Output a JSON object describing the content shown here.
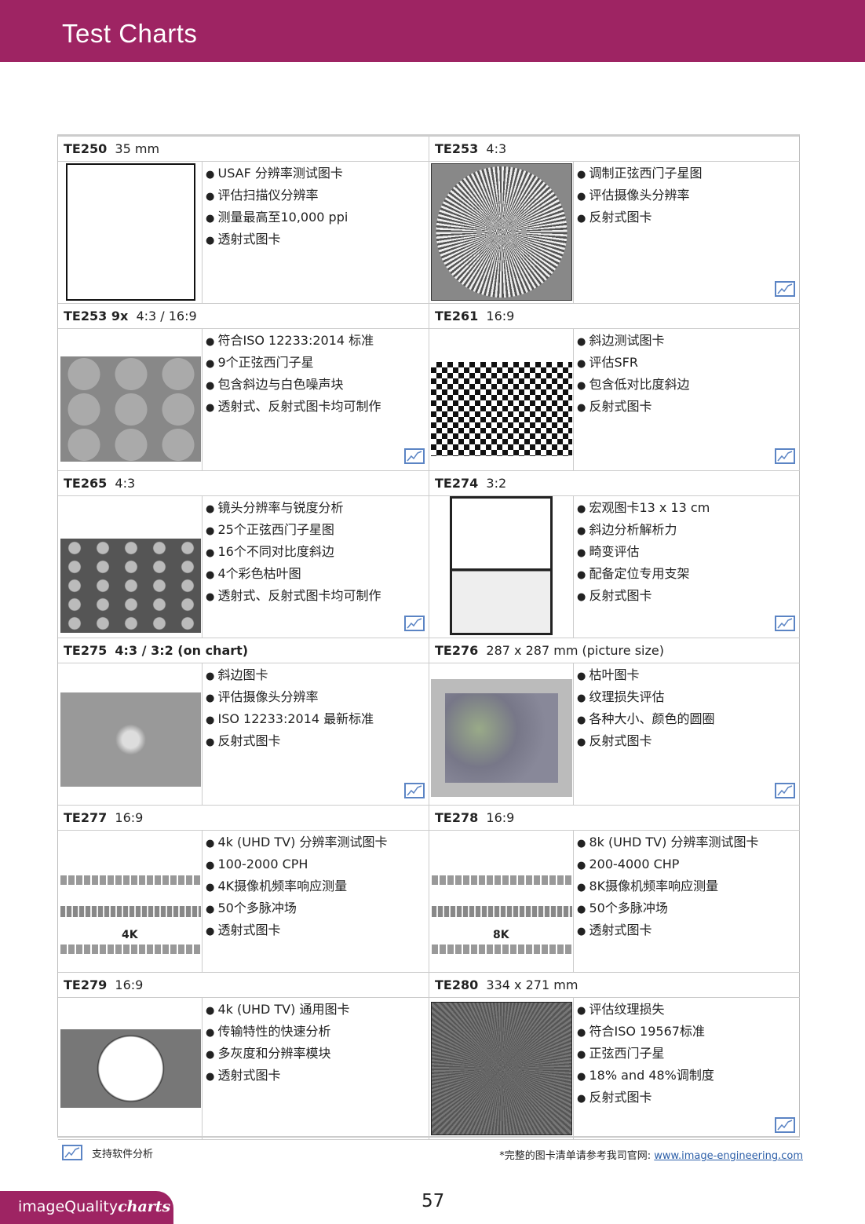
{
  "header": {
    "title": "Test Charts"
  },
  "cells": [
    {
      "code": "TE250",
      "spec": "35 mm",
      "spec_bold": false,
      "pic": "usaf",
      "analysis": false,
      "bullets": [
        "USAF 分辨率测试图卡",
        "评估扫描仪分辨率",
        "测量最高至10,000 ppi",
        "透射式图卡"
      ]
    },
    {
      "code": "TE253",
      "spec": "4:3",
      "spec_bold": false,
      "pic": "star",
      "analysis": true,
      "bullets": [
        "调制正弦西门子星图",
        "评估摄像头分辨率",
        "反射式图卡"
      ]
    },
    {
      "code": "TE253 9x",
      "spec": "4:3 / 16:9",
      "spec_bold": false,
      "pic": "star9",
      "analysis": true,
      "bullets": [
        "符合ISO 12233:2014 标准",
        "9个正弦西门子星",
        "包含斜边与白色噪声块",
        "透射式、反射式图卡均可制作"
      ]
    },
    {
      "code": "TE261",
      "spec": "16:9",
      "spec_bold": false,
      "pic": "checker",
      "analysis": true,
      "bullets": [
        "斜边测试图卡",
        "评估SFR",
        "包含低对比度斜边",
        "反射式图卡"
      ]
    },
    {
      "code": "TE265",
      "spec": "4:3",
      "spec_bold": false,
      "pic": "grid25",
      "analysis": true,
      "bullets": [
        "镜头分辨率与锐度分析",
        "25个正弦西门子星图",
        "16个不同对比度斜边",
        "4个彩色枯叶图",
        "透射式、反射式图卡均可制作"
      ]
    },
    {
      "code": "TE274",
      "spec": "3:2",
      "spec_bold": false,
      "pic": "macro",
      "analysis": true,
      "bullets": [
        "宏观图卡13 x 13 cm",
        "斜边分析解析力",
        "畸变评估",
        "配备定位专用支架",
        "反射式图卡"
      ]
    },
    {
      "code": "TE275",
      "spec": "4:3 / 3:2 (on chart)",
      "spec_bold": true,
      "pic": "edge",
      "analysis": true,
      "bullets": [
        "斜边图卡",
        "评估摄像头分辨率",
        "ISO 12233:2014 最新标准",
        "反射式图卡"
      ]
    },
    {
      "code": "TE276",
      "spec": "287 x 287 mm (picture size)",
      "spec_bold": false,
      "pic": "leaves",
      "analysis": true,
      "bullets": [
        "枯叶图卡",
        "纹理损失评估",
        "各种大小、颜色的圆圈",
        "反射式图卡"
      ]
    },
    {
      "code": "TE277",
      "spec": "16:9",
      "spec_bold": false,
      "pic": "uhd",
      "pic_label": "4K",
      "analysis": false,
      "bullets": [
        "4k (UHD TV) 分辨率测试图卡",
        "100-2000 CPH",
        "4K摄像机频率响应测量",
        "50个多脉冲场",
        "透射式图卡"
      ]
    },
    {
      "code": "TE278",
      "spec": "16:9",
      "spec_bold": false,
      "pic": "uhd",
      "pic_label": "8K",
      "analysis": false,
      "bullets": [
        "8k (UHD TV) 分辨率测试图卡",
        "200-4000 CHP",
        "8K摄像机频率响应测量",
        "50个多脉冲场",
        "透射式图卡"
      ]
    },
    {
      "code": "TE279",
      "spec": "16:9",
      "spec_bold": false,
      "pic": "general",
      "analysis": false,
      "bullets": [
        "4k (UHD TV) 通用图卡",
        "传输特性的快速分析",
        "多灰度和分辨率模块",
        "透射式图卡"
      ]
    },
    {
      "code": "TE280",
      "spec": "334 x 271 mm",
      "spec_bold": false,
      "pic": "star280",
      "analysis": true,
      "bullets": [
        "评估纹理损失",
        "符合ISO 19567标准",
        "正弦西门子星",
        "18% and 48%调制度",
        "反射式图卡"
      ]
    }
  ],
  "footer": {
    "legend": "支持软件分析",
    "note": "*完整的图卡清单请参考我司官网: ",
    "link": "www.image-engineering.com",
    "page": "57",
    "brand_a": "imageQuality",
    "brand_b": "charts"
  }
}
